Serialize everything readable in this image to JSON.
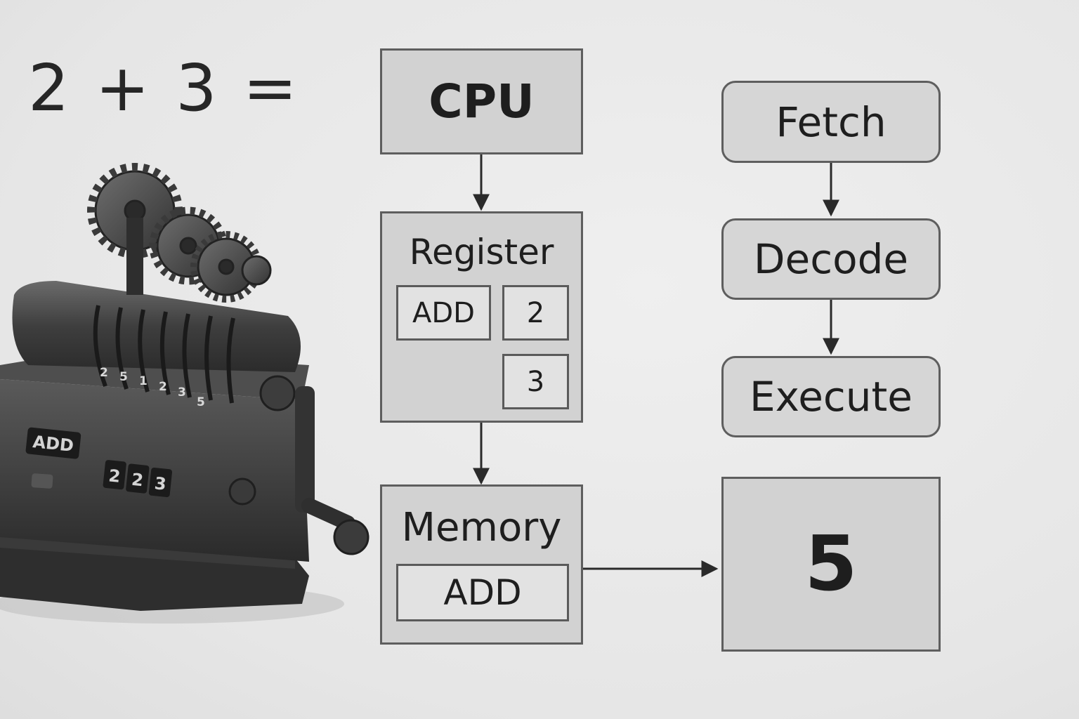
{
  "equation": "2 + 3 =",
  "cpu": {
    "label": "CPU"
  },
  "register": {
    "label": "Register",
    "op": "ADD",
    "operand_a": "2",
    "operand_b": "3"
  },
  "memory": {
    "label": "Memory",
    "op": "ADD"
  },
  "pipeline": {
    "steps": [
      "Fetch",
      "Decode",
      "Execute"
    ]
  },
  "result": "5",
  "machine": {
    "dial_digits": [
      "2",
      "5",
      "1",
      "2",
      "3",
      "5"
    ],
    "op_window": "ADD",
    "counter_digits": [
      "2",
      "2",
      "3"
    ]
  }
}
